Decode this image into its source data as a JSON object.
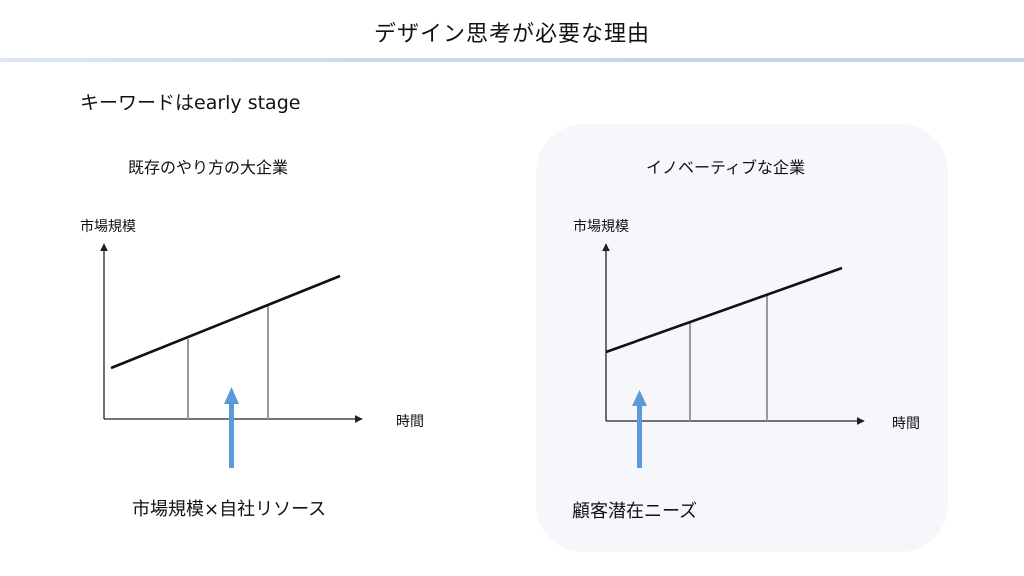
{
  "title": "デザイン思考が必要な理由",
  "subtitle": "キーワードはearly stage",
  "colors": {
    "title_rule": "#c9d6ef",
    "right_panel_bg": "#f5f7fb",
    "arrow": "#5b9bd5",
    "trend_line": "#111111",
    "marker_line": "#999999",
    "axis": "#222222"
  },
  "left_panel": {
    "heading": "既存のやり方の大企業",
    "y_axis_label": "市場規模",
    "x_axis_label": "時間",
    "caption": "市場規模×自社リソース"
  },
  "right_panel": {
    "heading": "イノベーティブな企業",
    "y_axis_label": "市場規模",
    "x_axis_label": "時間",
    "caption": "顧客潜在ニーズ"
  }
}
